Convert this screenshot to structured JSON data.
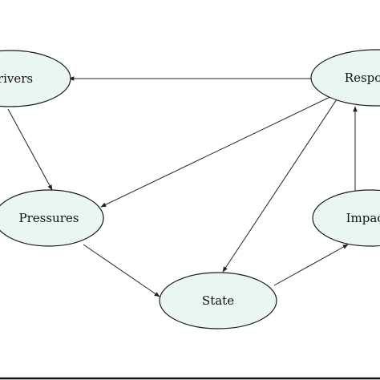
{
  "diagram": {
    "node_fill": "#eaf6f2",
    "nodes": {
      "drivers": {
        "label": "Drivers"
      },
      "pressures": {
        "label": "Pressures"
      },
      "state": {
        "label": "State"
      },
      "impacts": {
        "label": "Impacts"
      },
      "responses": {
        "label": "Responses"
      }
    },
    "edges": [
      {
        "from": "responses",
        "to": "drivers"
      },
      {
        "from": "responses",
        "to": "pressures"
      },
      {
        "from": "responses",
        "to": "state"
      },
      {
        "from": "impacts",
        "to": "responses"
      },
      {
        "from": "drivers",
        "to": "pressures"
      },
      {
        "from": "pressures",
        "to": "state"
      },
      {
        "from": "state",
        "to": "impacts"
      }
    ]
  }
}
